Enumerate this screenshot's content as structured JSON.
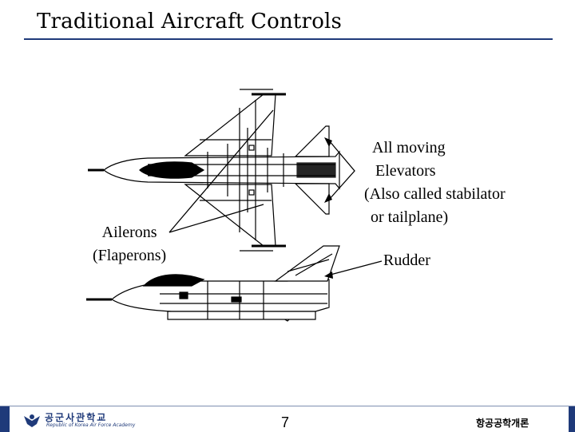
{
  "title": "Traditional Aircraft Controls",
  "labels": {
    "elevators": [
      "All moving",
      "Elevators",
      "(Also called stabilator",
      "or tailplane)"
    ],
    "ailerons": [
      "Ailerons",
      "(Flaperons)"
    ],
    "rudder": "Rudder"
  },
  "footer": {
    "page_number": "7",
    "course": "항공공학개론",
    "institution": "공군사관학교",
    "institution_en": "Republic of Korea Air Force Academy"
  },
  "colors": {
    "accent": "#1f3a7a",
    "line": "#000000"
  }
}
